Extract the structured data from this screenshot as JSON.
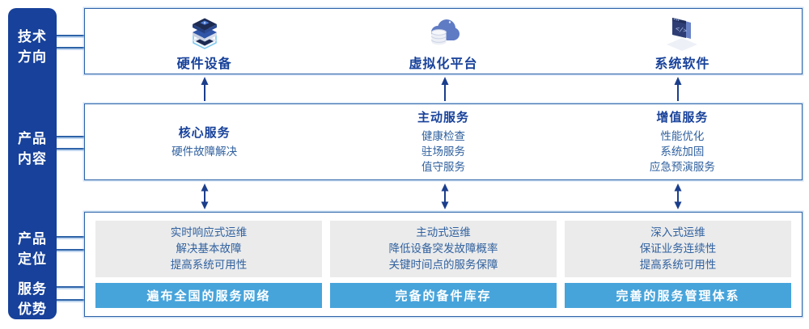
{
  "colors": {
    "sidebar_bg": "#17419A",
    "box_border": "#2E63A8",
    "title_text": "#17419A",
    "body_text": "#30619F",
    "arrow": "#1B3E8C",
    "advantage_bar_bg": "#47A4DB",
    "panel_bg": "#EBEBEB"
  },
  "sidebar": {
    "items": [
      {
        "label": "技术\n方向"
      },
      {
        "label": "产品\n内容"
      },
      {
        "label": "产品\n定位"
      },
      {
        "label": "服务\n优势"
      }
    ]
  },
  "tech_row": {
    "items": [
      {
        "icon": "server-stack-icon",
        "label": "硬件设备"
      },
      {
        "icon": "cloud-database-icon",
        "label": "虚拟化平台"
      },
      {
        "icon": "code-window-icon",
        "label": "系统软件"
      }
    ]
  },
  "content_row": {
    "columns": [
      {
        "title": "核心服务",
        "items": [
          "硬件故障解决"
        ]
      },
      {
        "title": "主动服务",
        "items": [
          "健康检查",
          "驻场服务",
          "值守服务"
        ]
      },
      {
        "title": "增值服务",
        "items": [
          "性能优化",
          "系统加固",
          "应急预演服务"
        ]
      }
    ]
  },
  "bottom_row": {
    "columns": [
      {
        "positioning": [
          "实时响应式运维",
          "解决基本故障",
          "提高系统可用性"
        ],
        "advantage": "遍布全国的服务网络"
      },
      {
        "positioning": [
          "主动式运维",
          "降低设备突发故障概率",
          "关键时间点的服务保障"
        ],
        "advantage": "完备的备件库存"
      },
      {
        "positioning": [
          "深入式运维",
          "保证业务连续性",
          "提高系统可用性"
        ],
        "advantage": "完善的服务管理体系"
      }
    ]
  }
}
